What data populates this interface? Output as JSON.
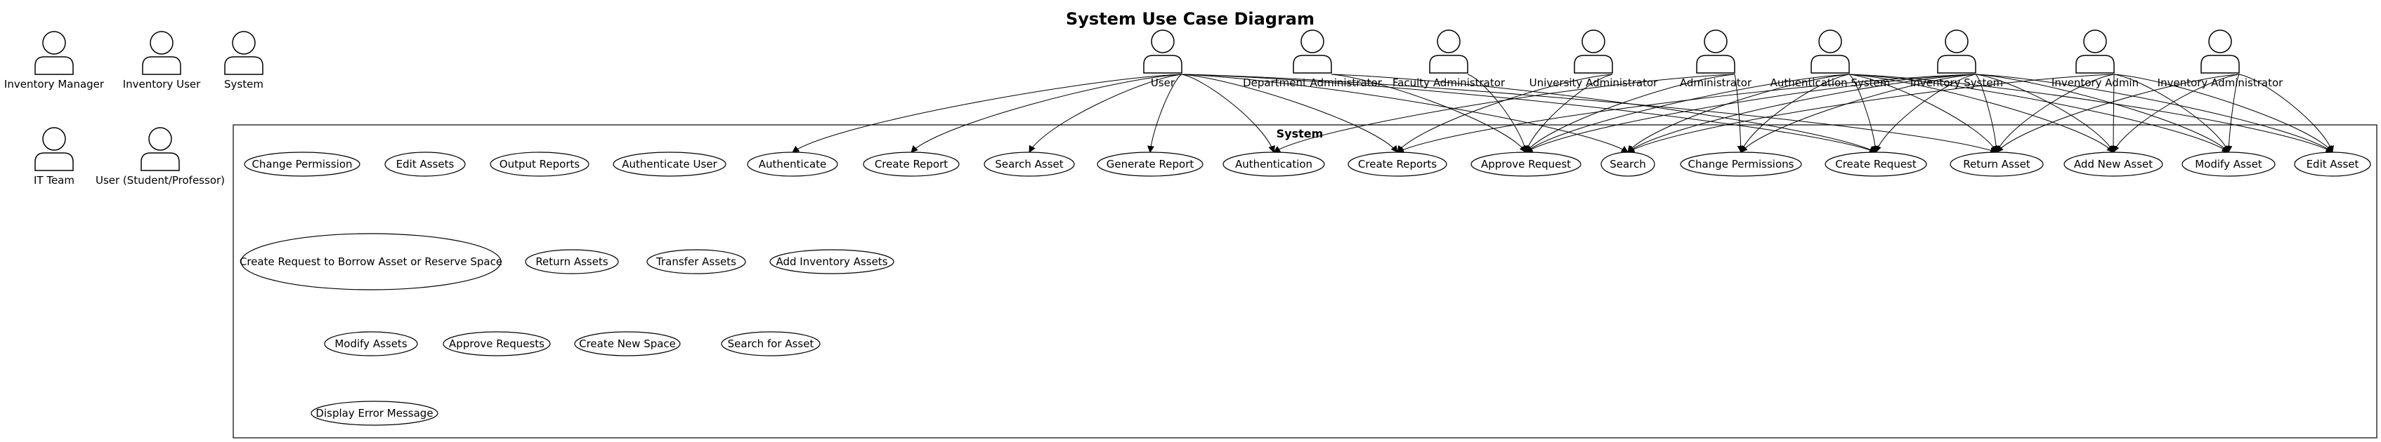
{
  "title": "System Use Case Diagram",
  "system_label": "System",
  "actors": [
    {
      "id": "a_inv_mgr",
      "label": "Inventory Manager"
    },
    {
      "id": "a_inv_user",
      "label": "Inventory User"
    },
    {
      "id": "a_system",
      "label": "System"
    },
    {
      "id": "a_it_team",
      "label": "IT Team"
    },
    {
      "id": "a_student",
      "label": "User (Student/Professor)"
    },
    {
      "id": "a_user",
      "label": "User"
    },
    {
      "id": "a_dept_admin",
      "label": "Department Administrator"
    },
    {
      "id": "a_fac_admin",
      "label": "Faculty Administrator"
    },
    {
      "id": "a_univ_admin",
      "label": "University Administrator"
    },
    {
      "id": "a_admin",
      "label": "Administrator"
    },
    {
      "id": "a_auth_sys",
      "label": "Authentication System"
    },
    {
      "id": "a_inv_sys",
      "label": "Inventory System"
    },
    {
      "id": "a_inv_admin_short",
      "label": "Inventory Admin"
    },
    {
      "id": "a_inv_admin",
      "label": "Inventory Administrator"
    }
  ],
  "use_cases": [
    {
      "id": "uc_change_permission",
      "label": "Change Permission"
    },
    {
      "id": "uc_edit_assets",
      "label": "Edit Assets"
    },
    {
      "id": "uc_output_reports",
      "label": "Output Reports"
    },
    {
      "id": "uc_authenticate_user",
      "label": "Authenticate User"
    },
    {
      "id": "uc_authenticate",
      "label": "Authenticate"
    },
    {
      "id": "uc_create_report",
      "label": "Create Report"
    },
    {
      "id": "uc_search_asset",
      "label": "Search Asset"
    },
    {
      "id": "uc_generate_report",
      "label": "Generate Report"
    },
    {
      "id": "uc_authentication",
      "label": "Authentication"
    },
    {
      "id": "uc_create_reports",
      "label": "Create Reports"
    },
    {
      "id": "uc_approve_request",
      "label": "Approve Request"
    },
    {
      "id": "uc_search",
      "label": "Search"
    },
    {
      "id": "uc_change_permissions",
      "label": "Change Permissions"
    },
    {
      "id": "uc_create_request",
      "label": "Create Request"
    },
    {
      "id": "uc_return_asset",
      "label": "Return Asset"
    },
    {
      "id": "uc_add_new_asset",
      "label": "Add New Asset"
    },
    {
      "id": "uc_modify_asset",
      "label": "Modify Asset"
    },
    {
      "id": "uc_edit_asset",
      "label": "Edit Asset"
    },
    {
      "id": "uc_create_borrow",
      "label": "Create Request to Borrow Asset or Reserve Space"
    },
    {
      "id": "uc_return_assets",
      "label": "Return Assets"
    },
    {
      "id": "uc_transfer_assets",
      "label": "Transfer Assets"
    },
    {
      "id": "uc_add_inventory",
      "label": "Add Inventory Assets"
    },
    {
      "id": "uc_modify_assets",
      "label": "Modify Assets"
    },
    {
      "id": "uc_approve_requests",
      "label": "Approve Requests"
    },
    {
      "id": "uc_create_space",
      "label": "Create New Space"
    },
    {
      "id": "uc_search_for_asset",
      "label": "Search for Asset"
    },
    {
      "id": "uc_display_error",
      "label": "Display Error Message"
    }
  ],
  "associations": [
    [
      "a_user",
      "uc_authenticate"
    ],
    [
      "a_user",
      "uc_create_report"
    ],
    [
      "a_user",
      "uc_search_asset"
    ],
    [
      "a_user",
      "uc_generate_report"
    ],
    [
      "a_user",
      "uc_authentication"
    ],
    [
      "a_user",
      "uc_create_reports"
    ],
    [
      "a_user",
      "uc_search"
    ],
    [
      "a_user",
      "uc_create_request"
    ],
    [
      "a_user",
      "uc_return_asset"
    ],
    [
      "a_dept_admin",
      "uc_approve_request"
    ],
    [
      "a_dept_admin",
      "uc_create_request"
    ],
    [
      "a_fac_admin",
      "uc_approve_request"
    ],
    [
      "a_univ_admin",
      "uc_approve_request"
    ],
    [
      "a_univ_admin",
      "uc_create_reports"
    ],
    [
      "a_admin",
      "uc_change_permissions"
    ],
    [
      "a_admin",
      "uc_authentication"
    ],
    [
      "a_admin",
      "uc_approve_request"
    ],
    [
      "a_auth_sys",
      "uc_approve_request"
    ],
    [
      "a_auth_sys",
      "uc_search"
    ],
    [
      "a_auth_sys",
      "uc_change_permissions"
    ],
    [
      "a_auth_sys",
      "uc_create_request"
    ],
    [
      "a_auth_sys",
      "uc_return_asset"
    ],
    [
      "a_auth_sys",
      "uc_add_new_asset"
    ],
    [
      "a_auth_sys",
      "uc_modify_asset"
    ],
    [
      "a_auth_sys",
      "uc_edit_asset"
    ],
    [
      "a_inv_sys",
      "uc_create_reports"
    ],
    [
      "a_inv_sys",
      "uc_search"
    ],
    [
      "a_inv_sys",
      "uc_approve_request"
    ],
    [
      "a_inv_sys",
      "uc_change_permissions"
    ],
    [
      "a_inv_sys",
      "uc_create_request"
    ],
    [
      "a_inv_sys",
      "uc_return_asset"
    ],
    [
      "a_inv_sys",
      "uc_add_new_asset"
    ],
    [
      "a_inv_sys",
      "uc_modify_asset"
    ],
    [
      "a_inv_sys",
      "uc_edit_asset"
    ],
    [
      "a_inv_admin_short",
      "uc_search"
    ],
    [
      "a_inv_admin_short",
      "uc_return_asset"
    ],
    [
      "a_inv_admin_short",
      "uc_add_new_asset"
    ],
    [
      "a_inv_admin_short",
      "uc_modify_asset"
    ],
    [
      "a_inv_admin_short",
      "uc_edit_asset"
    ],
    [
      "a_inv_admin",
      "uc_return_asset"
    ],
    [
      "a_inv_admin",
      "uc_add_new_asset"
    ],
    [
      "a_inv_admin",
      "uc_modify_asset"
    ],
    [
      "a_inv_admin",
      "uc_edit_asset"
    ]
  ]
}
